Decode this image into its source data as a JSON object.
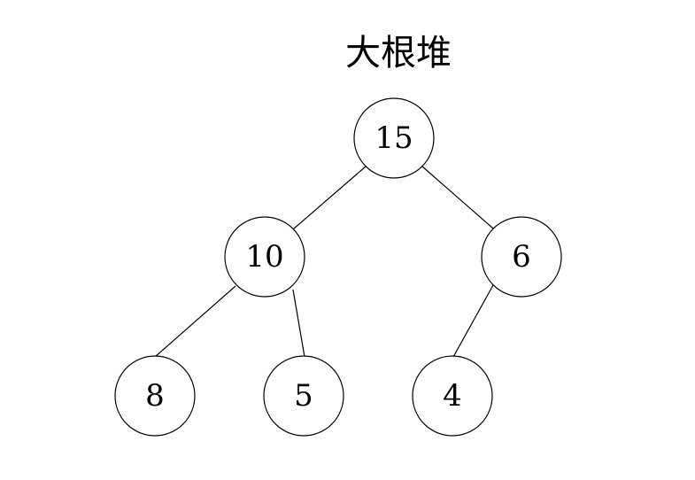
{
  "title": "大根堆",
  "nodes": [
    {
      "id": "n15",
      "value": "15"
    },
    {
      "id": "n10",
      "value": "10"
    },
    {
      "id": "n6",
      "value": "6"
    },
    {
      "id": "n8",
      "value": "8"
    },
    {
      "id": "n5",
      "value": "5"
    },
    {
      "id": "n4",
      "value": "4"
    }
  ],
  "edges": [
    {
      "from": "n15",
      "to": "n10"
    },
    {
      "from": "n15",
      "to": "n6"
    },
    {
      "from": "n10",
      "to": "n8"
    },
    {
      "from": "n10",
      "to": "n5"
    },
    {
      "from": "n6",
      "to": "n4"
    }
  ]
}
